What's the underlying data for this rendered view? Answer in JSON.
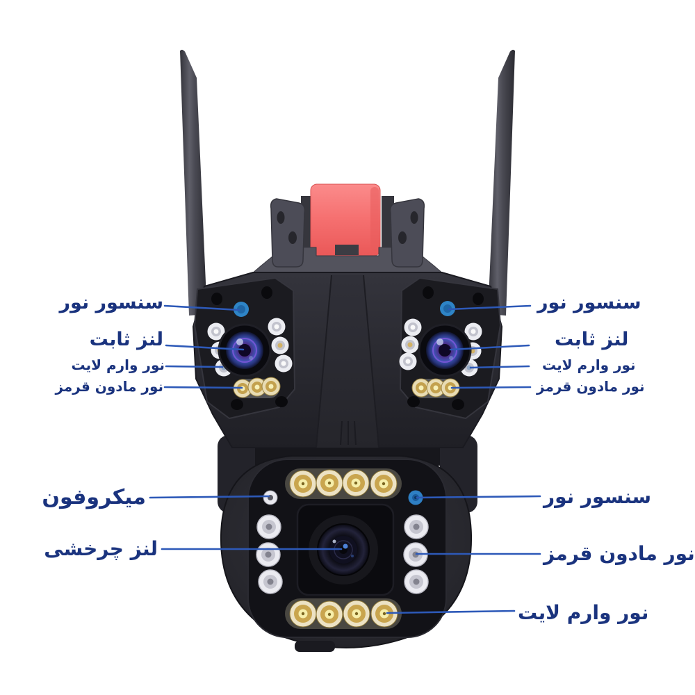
{
  "figure": {
    "kind": "annotated-product-diagram",
    "subject": "dual-lens wifi ptz security camera",
    "background": "#ffffff"
  },
  "colors": {
    "label_text": "#1a337e",
    "leader_line": "#2d59b8",
    "body_dark": "#27272d",
    "panel_dark": "#1b1b20",
    "mount_red": "#f26a6a",
    "led_gold": "#c9a54e",
    "led_white": "#ececf2",
    "sensor_blue": "#2e84c6",
    "lens_purple": "#4a2f8a"
  },
  "annotations": {
    "top_left": {
      "light_sensor": "سنسور نور",
      "fixed_lens": "لنز ثابت",
      "warm_light": "نور وارم لایت",
      "ir_light": "نور مادون قرمز"
    },
    "top_right": {
      "light_sensor": "سنسور نور",
      "fixed_lens": "لنز ثابت",
      "warm_light": "نور وارم لایت",
      "ir_light": "نور مادون قرمز"
    },
    "bottom_left": {
      "microphone": "میکروفون",
      "rotating_lens": "لنز چرخشی"
    },
    "bottom_right": {
      "light_sensor": "سنسور نور",
      "ir_light": "نور مادون قرمز",
      "warm_light": "نور وارم لایت"
    }
  }
}
